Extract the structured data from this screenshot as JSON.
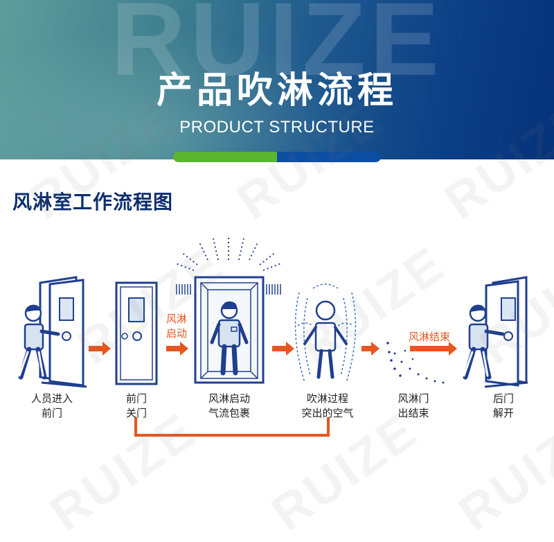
{
  "banner": {
    "watermark": "RUIZE",
    "title": "产品吹淋流程",
    "subtitle": "PRODUCT STRUCTURE"
  },
  "section": {
    "title": "风淋室工作流程图"
  },
  "steps": [
    {
      "line1": "人员进入",
      "line2": "前门"
    },
    {
      "line1": "前门",
      "line2": "关门"
    },
    {
      "line1": "风淋启动",
      "line2": "气流包裹"
    },
    {
      "line1": "吹淋过程",
      "line2": "突出的空气"
    },
    {
      "line1": "风淋门",
      "line2": "出结束"
    },
    {
      "line1": "后门",
      "line2": "解开"
    }
  ],
  "side_labels": {
    "start": {
      "line1": "风淋",
      "line2": "启动"
    },
    "end": "风淋结束"
  },
  "colors": {
    "arrow": "#e6561f",
    "figure_fill": "#d8e3f2",
    "figure_stroke": "#1f3f8f",
    "accent_blue": "#1f3f8f"
  },
  "watermark": "RUIZE"
}
